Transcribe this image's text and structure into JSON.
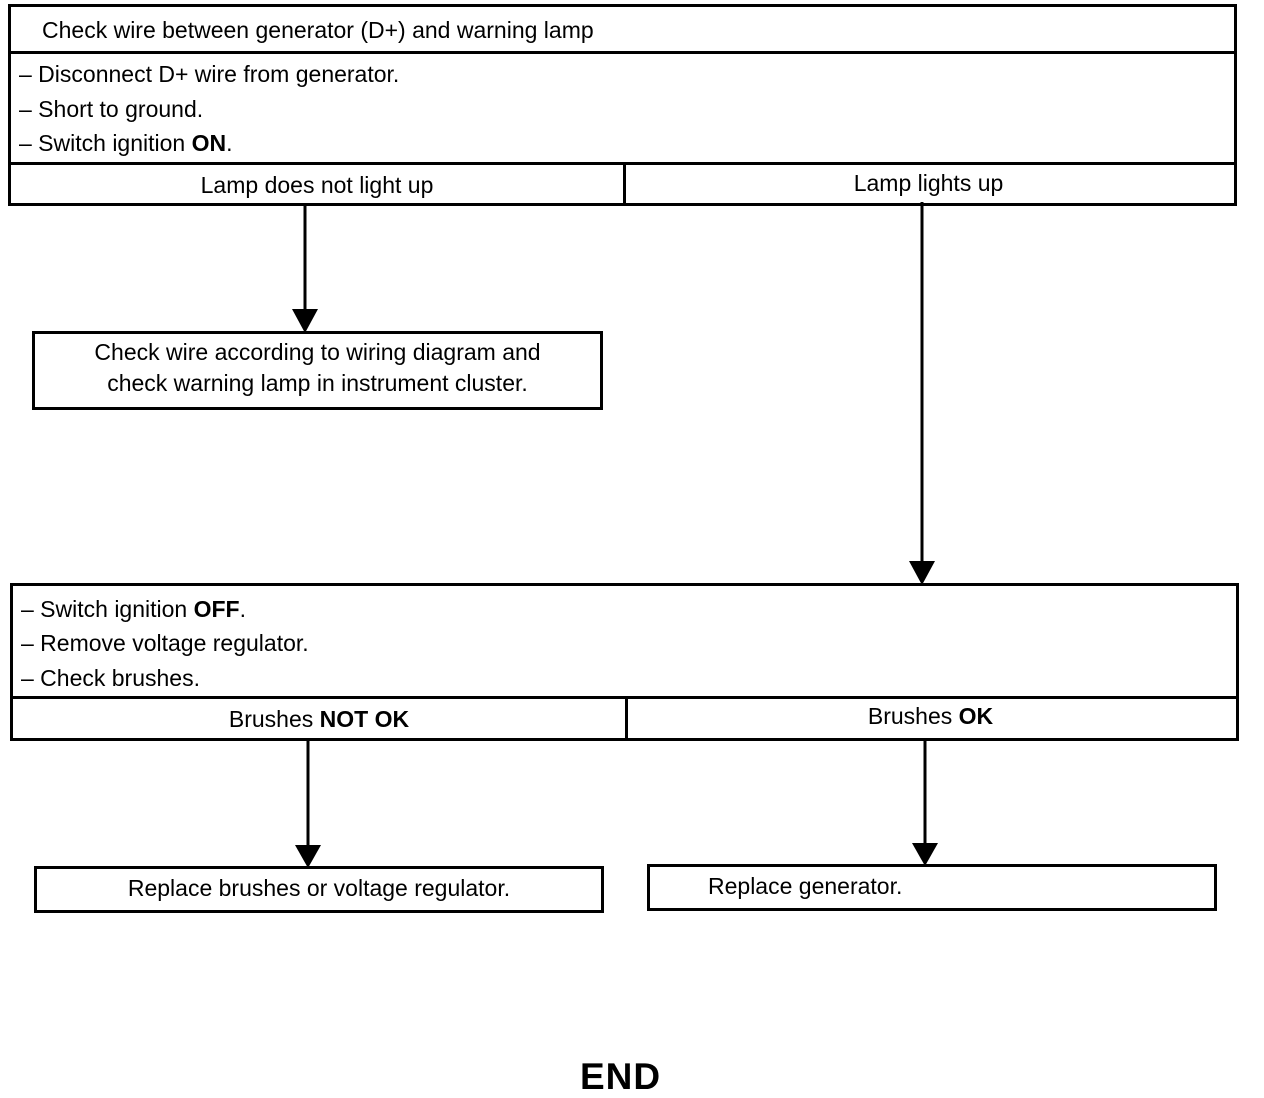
{
  "step1": {
    "title": "Check wire between generator (D+) and warning lamp",
    "steps": [
      "– Disconnect D+ wire from generator.",
      "– Short to ground."
    ],
    "step3_prefix": "– Switch ignition ",
    "step3_bold": "ON",
    "step3_suffix": ".",
    "branch_left": "Lamp does not light up",
    "branch_right": "Lamp lights up"
  },
  "result_left": {
    "line1": "Check wire according to wiring diagram and",
    "line2": "check warning lamp in instrument cluster."
  },
  "step2": {
    "step1_prefix": "– Switch ignition ",
    "step1_bold": "OFF",
    "step1_suffix": ".",
    "step2": "– Remove voltage regulator.",
    "step3": "– Check  brushes.",
    "branch_left_prefix": "Brushes ",
    "branch_left_bold": "NOT OK",
    "branch_right_prefix": "Brushes ",
    "branch_right_bold": "OK"
  },
  "action_left": "Replace brushes or voltage regulator.",
  "action_right": "Replace generator.",
  "end_label": "END"
}
